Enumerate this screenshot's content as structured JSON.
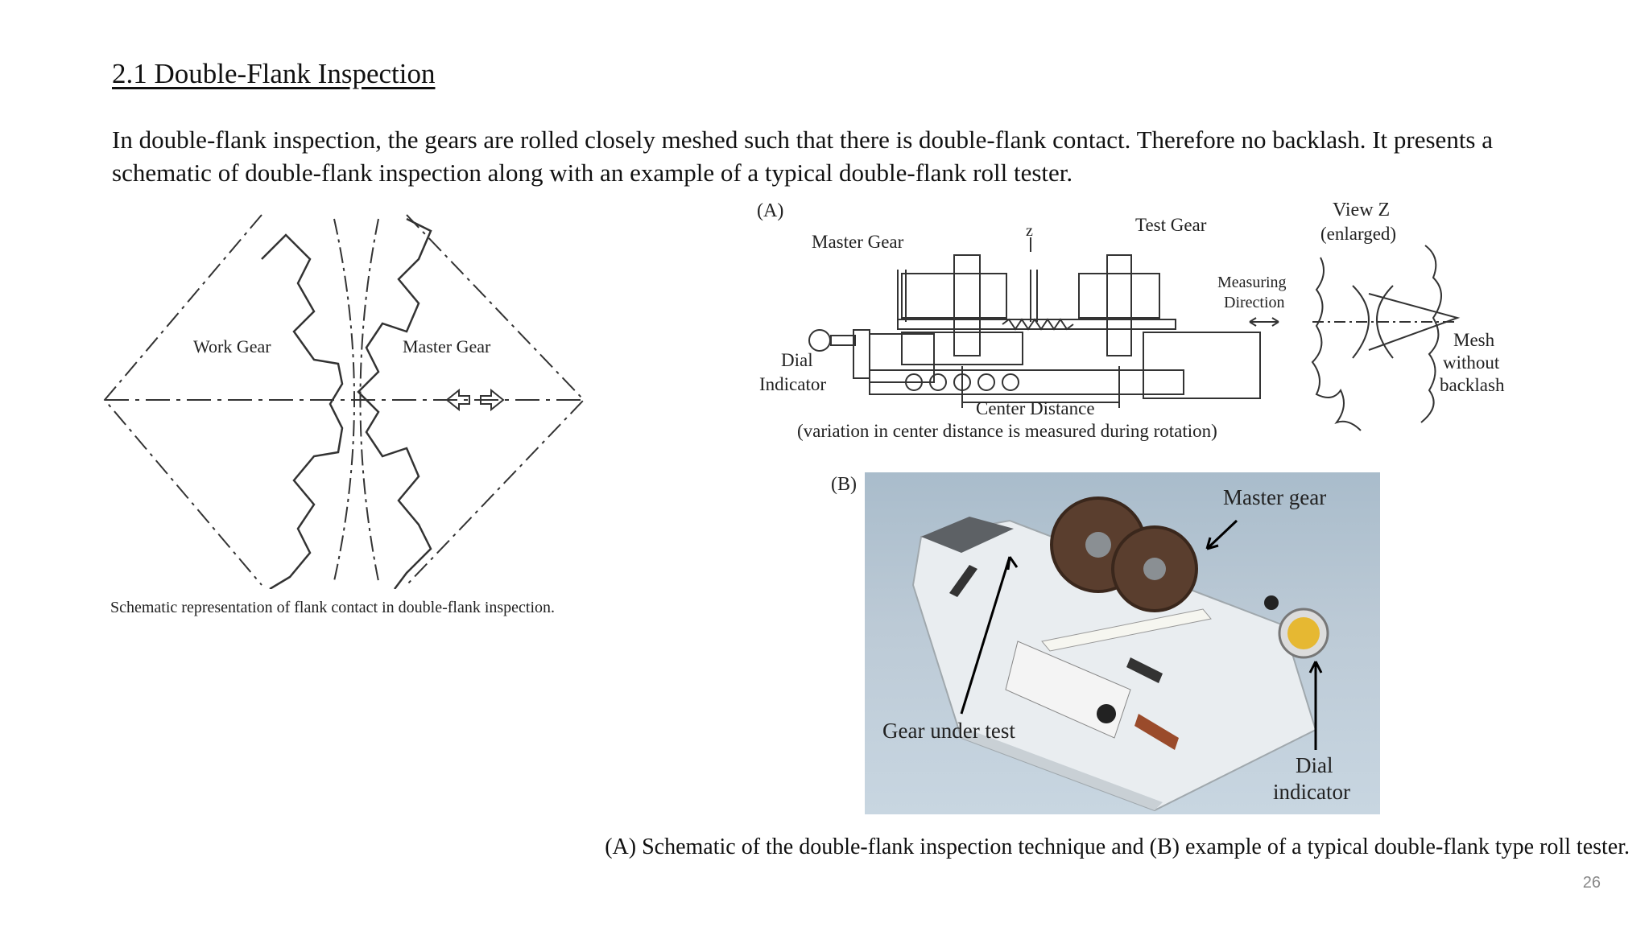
{
  "slide": {
    "title": "2.1 Double-Flank Inspection",
    "paragraph": "In double-flank inspection, the gears are rolled closely meshed such that there is double-flank contact. Therefore no backlash. It presents a schematic of double-flank inspection along with an example of a typical double-flank roll tester.",
    "page_number": "26"
  },
  "figure_left": {
    "work_gear_label": "Work Gear",
    "master_gear_label": "Master Gear",
    "caption": "Schematic representation of flank contact in double-flank inspection."
  },
  "figure_a": {
    "panel_label": "(A)",
    "master_gear": "Master Gear",
    "z_label": "z",
    "test_gear": "Test Gear",
    "view_z": "View Z",
    "enlarged": "(enlarged)",
    "measuring": "Measuring",
    "direction": "Direction",
    "dial": "Dial",
    "indicator": "Indicator",
    "mesh": "Mesh",
    "without": "without",
    "backlash": "backlash",
    "center_distance": "Center Distance",
    "variation_note": "(variation in center distance is measured during rotation)"
  },
  "figure_b": {
    "panel_label": "(B)",
    "master_gear": "Master gear",
    "gear_under_test": "Gear under test",
    "dial": "Dial",
    "indicator": "indicator"
  },
  "main_caption": "(A) Schematic of the double-flank inspection technique and (B) example of a typical double-flank type roll tester.",
  "colors": {
    "photo_background": "#b7c7d4",
    "gear_metal": "#5a3e2e",
    "machine_body": "#e8ecef",
    "dial_face": "#e6b832"
  }
}
